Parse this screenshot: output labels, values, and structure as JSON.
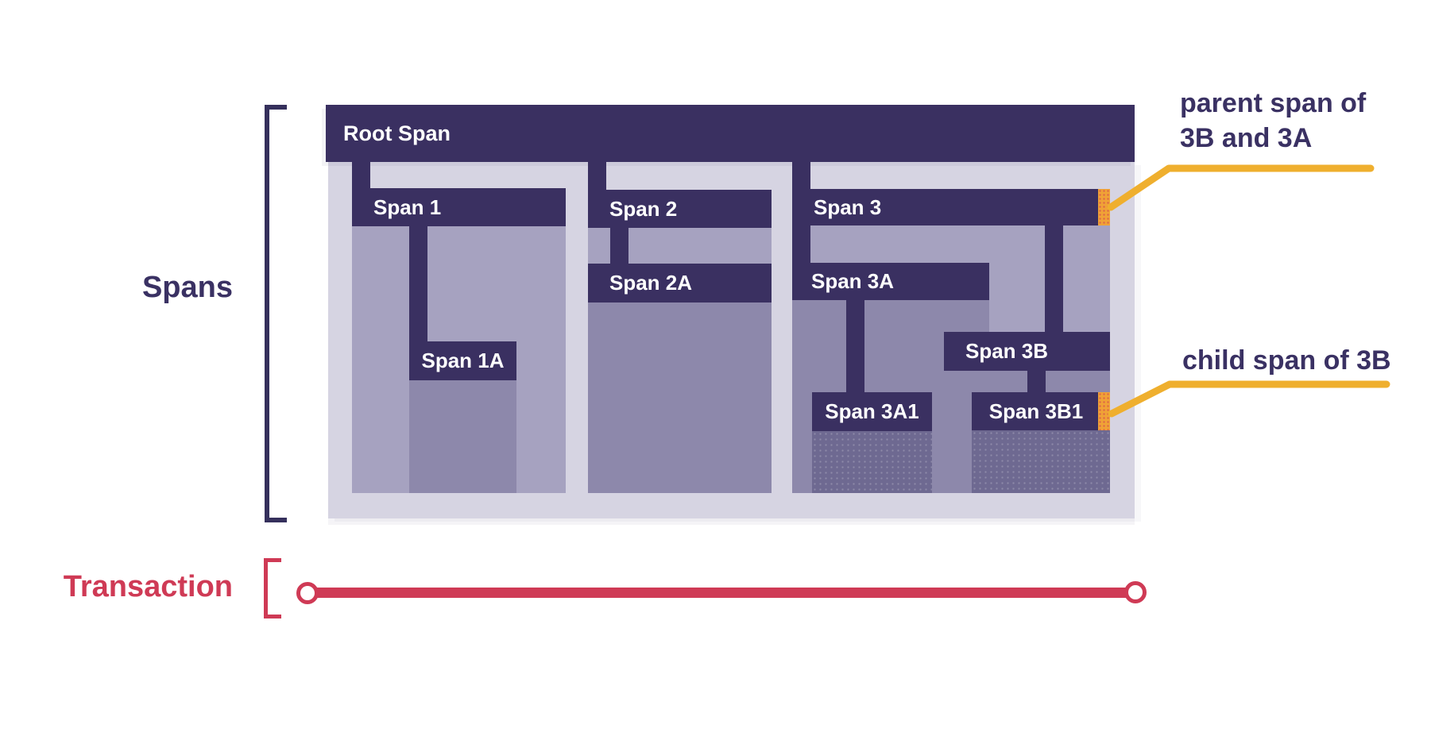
{
  "left_labels": {
    "spans": "Spans",
    "transaction": "Transaction"
  },
  "diagram": {
    "root": "Root Span",
    "span1": "Span 1",
    "span1a": "Span 1A",
    "span2": "Span 2",
    "span2a": "Span 2A",
    "span3": "Span 3",
    "span3a": "Span 3A",
    "span3a1": "Span 3A1",
    "span3b": "Span 3B",
    "span3b1": "Span 3B1"
  },
  "annotations": {
    "parent": {
      "line1": "parent span of",
      "line2": "3B and 3A"
    },
    "child": {
      "line1": "child span of 3B"
    }
  },
  "colors": {
    "bar_dark_purple": "#3a3061",
    "container_lavender": "#d6d4e2",
    "fill_level1": "#a6a2c0",
    "fill_level2": "#8d88ab",
    "fill_level3": "#6e6991",
    "orange_marker": "#f0a236",
    "annotation_yellow": "#efaf2e",
    "transaction_red": "#cf3a55",
    "text_indigo": "#3a3163"
  }
}
